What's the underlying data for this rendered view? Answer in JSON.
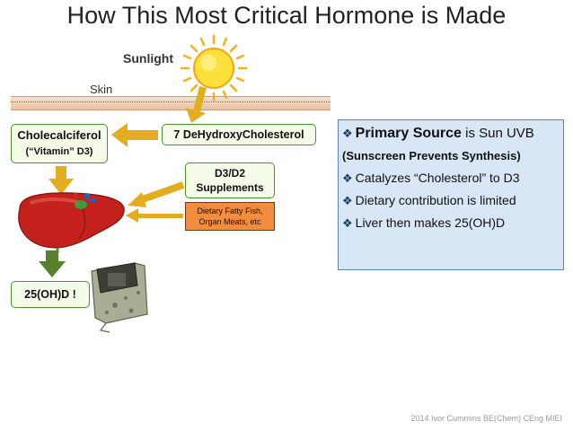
{
  "title": "How This Most Critical Hormone is Made",
  "labels": {
    "sunlight": "Sunlight",
    "skin": "Skin"
  },
  "boxes": {
    "cholecalciferol": "Cholecalciferol",
    "vitamin_d3": "(“Vitamin” D3)",
    "dehydro": "7 DeHydroxyCholesterol",
    "supplements_line1": "D3/D2",
    "supplements_line2": "Supplements",
    "dietary_line1": "Dietary Fatty Fish,",
    "dietary_line2": "Organ Meats, etc",
    "result": "25(OH)D !"
  },
  "info": {
    "bullet_glyph": "❖",
    "line1_highlight": "Primary Source",
    "line1_rest": " is Sun UVB",
    "line2": "(Sunscreen Prevents Synthesis)",
    "line3": "Catalyzes “Cholesterol” to D3",
    "line4": "Dietary contribution is limited",
    "line5": "Liver then makes 25(OH)D"
  },
  "footer": "2014 Ivor Cummins BE(Chem) CEng MIEI",
  "colors": {
    "arrow_gold": "#e3ad1f",
    "arrow_green": "#56812c",
    "liver_red": "#c4211c",
    "box_border": "#4f8f2a",
    "info_bg": "#d9e6f6",
    "diet_orange": "#f28c3f"
  },
  "icons": [
    "sun-icon",
    "liver-icon",
    "device-icon"
  ]
}
